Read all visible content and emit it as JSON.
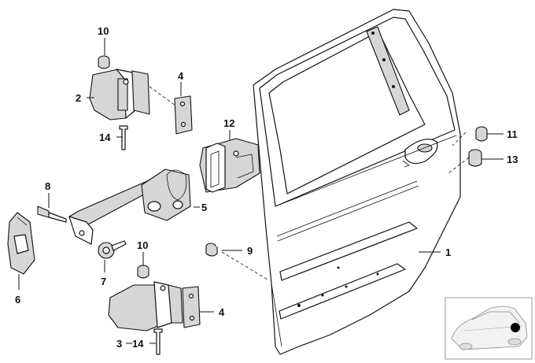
{
  "diagram": {
    "callouts": [
      {
        "id": "c1",
        "label": "1"
      },
      {
        "id": "c2",
        "label": "2"
      },
      {
        "id": "c3",
        "label": "3"
      },
      {
        "id": "c4a",
        "label": "4"
      },
      {
        "id": "c4b",
        "label": "4"
      },
      {
        "id": "c5",
        "label": "5"
      },
      {
        "id": "c6",
        "label": "6"
      },
      {
        "id": "c7",
        "label": "7"
      },
      {
        "id": "c8",
        "label": "8"
      },
      {
        "id": "c9",
        "label": "9"
      },
      {
        "id": "c10a",
        "label": "10"
      },
      {
        "id": "c10b",
        "label": "10"
      },
      {
        "id": "c11",
        "label": "11"
      },
      {
        "id": "c12",
        "label": "12"
      },
      {
        "id": "c13",
        "label": "13"
      },
      {
        "id": "c14a",
        "label": "14"
      },
      {
        "id": "c14b",
        "label": "14"
      }
    ],
    "locator_marker_color": "#000000"
  }
}
